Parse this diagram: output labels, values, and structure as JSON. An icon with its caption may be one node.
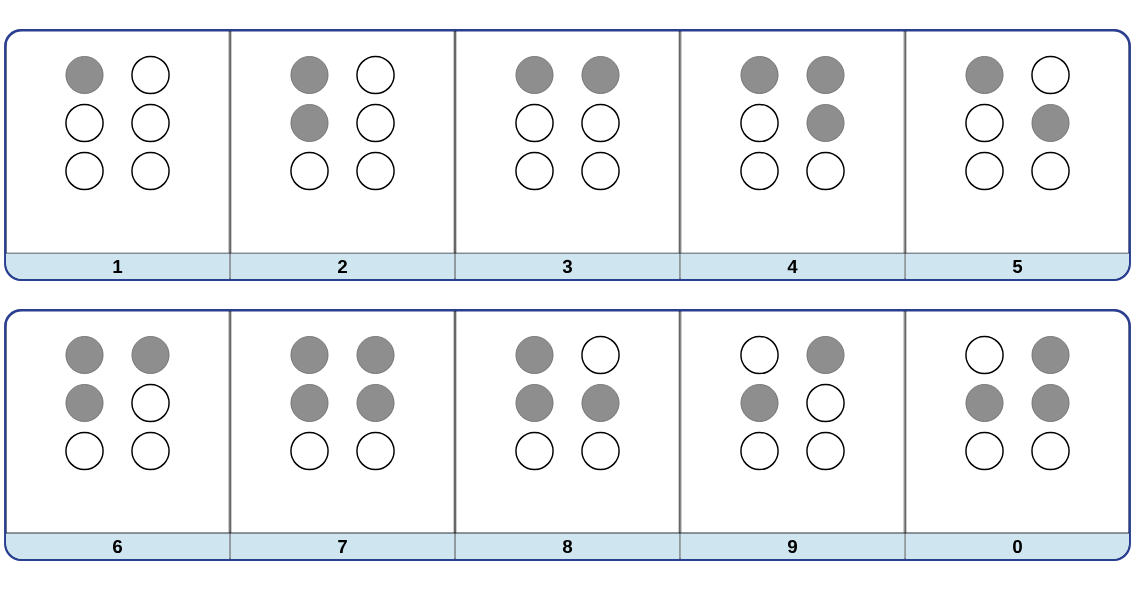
{
  "diagram": {
    "nodes": [
      {
        "text": [],
        "shape": "box"
      },
      {
        "text": [
          "1"
        ],
        "in": 0
      },
      {
        "text": [],
        "shape": "dot",
        "in": 1
      },
      {
        "text": [],
        "shape": "circle",
        "in": 1
      },
      {
        "text": [],
        "shape": "circle",
        "in": 1
      },
      {
        "text": [],
        "shape": "circle",
        "in": 1
      },
      {
        "text": [],
        "shape": "circle",
        "in": 1
      },
      {
        "text": [],
        "shape": "circle",
        "in": 1
      },
      {
        "text": [
          "2"
        ],
        "in": 0
      },
      {
        "text": [],
        "shape": "dot",
        "in": 8
      },
      {
        "text": [],
        "shape": "circle",
        "in": 8
      },
      {
        "text": [],
        "shape": "dot",
        "in": 8
      },
      {
        "text": [],
        "shape": "circle",
        "in": 8
      },
      {
        "text": [],
        "shape": "circle",
        "in": 8
      },
      {
        "text": [],
        "shape": "circle",
        "in": 8
      },
      {
        "text": [
          "3"
        ],
        "in": 0
      },
      {
        "text": [],
        "shape": "dot",
        "in": 15
      },
      {
        "text": [],
        "shape": "dot",
        "in": 15
      },
      {
        "text": [],
        "shape": "circle",
        "in": 15
      },
      {
        "text": [],
        "shape": "circle",
        "in": 15
      },
      {
        "text": [],
        "shape": "circle",
        "in": 15
      },
      {
        "text": [],
        "shape": "circle",
        "in": 15
      },
      {
        "text": [
          "4"
        ],
        "in": 0
      },
      {
        "text": [],
        "shape": "dot",
        "in": 22
      },
      {
        "text": [],
        "shape": "dot",
        "in": 22
      },
      {
        "text": [],
        "shape": "circle",
        "in": 22
      },
      {
        "text": [],
        "shape": "dot",
        "in": 22
      },
      {
        "text": [],
        "shape": "circle",
        "in": 22
      },
      {
        "text": [],
        "shape": "circle",
        "in": 22
      },
      {
        "text": [
          "5"
        ],
        "in": 0
      },
      {
        "text": [],
        "shape": "dot",
        "in": 29
      },
      {
        "text": [],
        "shape": "circle",
        "in": 29
      },
      {
        "text": [],
        "shape": "circle",
        "in": 29
      },
      {
        "text": [],
        "shape": "dot",
        "in": 29
      },
      {
        "text": [],
        "shape": "circle",
        "in": 29
      },
      {
        "text": [],
        "shape": "circle",
        "in": 29
      },
      {
        "text": [],
        "shape": "box"
      },
      {
        "text": [
          "6"
        ],
        "in": 36
      },
      {
        "text": [],
        "shape": "dot",
        "in": 37
      },
      {
        "text": [],
        "shape": "dot",
        "in": 37
      },
      {
        "text": [],
        "shape": "dot",
        "in": 37
      },
      {
        "text": [],
        "shape": "circle",
        "in": 37
      },
      {
        "text": [],
        "shape": "circle",
        "in": 37
      },
      {
        "text": [],
        "shape": "circle",
        "in": 37
      },
      {
        "text": [
          "7"
        ],
        "in": 36
      },
      {
        "text": [],
        "shape": "dot",
        "in": 44
      },
      {
        "text": [],
        "shape": "dot",
        "in": 44
      },
      {
        "text": [],
        "shape": "dot",
        "in": 44
      },
      {
        "text": [],
        "shape": "dot",
        "in": 44
      },
      {
        "text": [],
        "shape": "circle",
        "in": 44
      },
      {
        "text": [],
        "shape": "circle",
        "in": 44
      },
      {
        "text": [
          "8"
        ],
        "in": 36
      },
      {
        "text": [],
        "shape": "dot",
        "in": 51
      },
      {
        "text": [],
        "shape": "circle",
        "in": 51
      },
      {
        "text": [],
        "shape": "dot",
        "in": 51
      },
      {
        "text": [],
        "shape": "dot",
        "in": 51
      },
      {
        "text": [],
        "shape": "circle",
        "in": 51
      },
      {
        "text": [],
        "shape": "circle",
        "in": 51
      },
      {
        "text": [
          "9"
        ],
        "in": 36
      },
      {
        "text": [],
        "shape": "circle",
        "in": 58
      },
      {
        "text": [],
        "shape": "dot",
        "in": 58
      },
      {
        "text": [],
        "shape": "dot",
        "in": 58
      },
      {
        "text": [],
        "shape": "circle",
        "in": 58
      },
      {
        "text": [],
        "shape": "circle",
        "in": 58
      },
      {
        "text": [],
        "shape": "circle",
        "in": 58
      },
      {
        "text": [
          "0"
        ],
        "in": 36
      },
      {
        "text": [],
        "shape": "circle",
        "in": 65
      },
      {
        "text": [],
        "shape": "dot",
        "in": 65
      },
      {
        "text": [],
        "shape": "dot",
        "in": 65
      },
      {
        "text": [],
        "shape": "dot",
        "in": 65
      },
      {
        "text": [],
        "shape": "circle",
        "in": 65
      },
      {
        "text": [],
        "shape": "circle",
        "in": 65
      }
    ]
  }
}
